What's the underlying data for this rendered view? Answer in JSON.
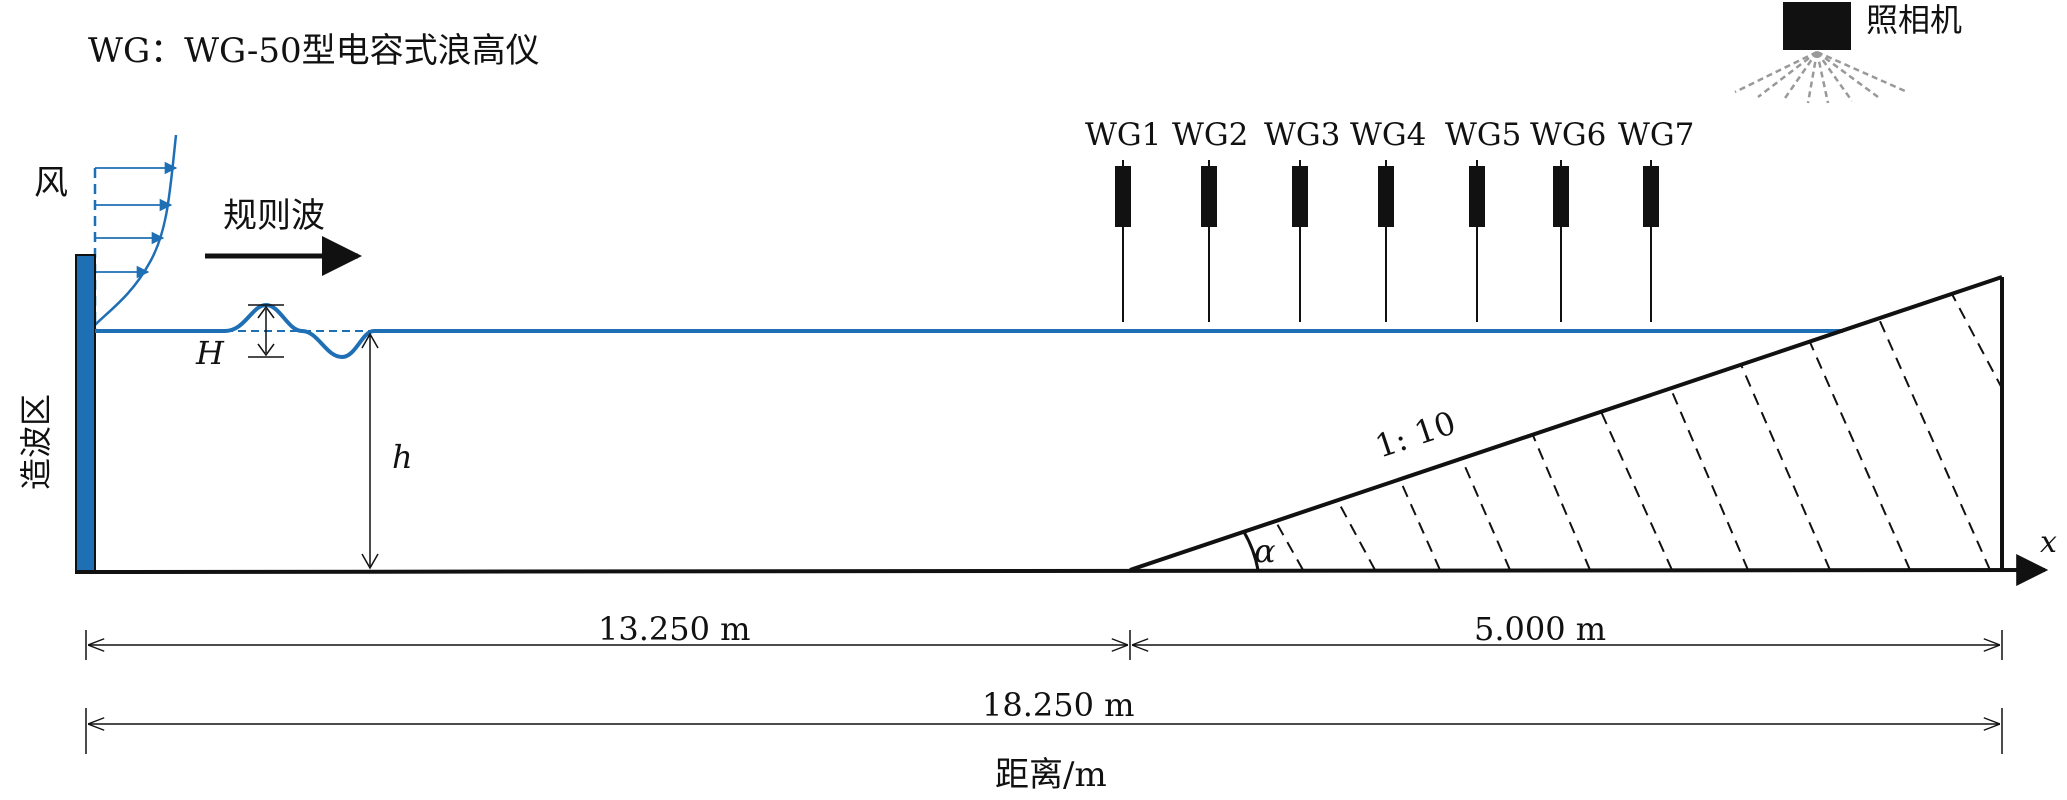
{
  "legend_note": "WG：WG-50型电容式浪高仪",
  "camera_label": "照相机",
  "wind_label": "风",
  "wave_label": "规则波",
  "wavemaker_label": "造波区",
  "wave_height_symbol": "H",
  "depth_symbol": "h",
  "slope_label": "1: 10",
  "angle_symbol": "α",
  "x_axis_symbol": "x",
  "gauges": [
    "WG1",
    "WG2",
    "WG3",
    "WG4",
    "WG5",
    "WG6",
    "WG7"
  ],
  "dimensions": {
    "flat_length": "13.250 m",
    "slope_length": "5.000 m",
    "total_length": "18.250 m"
  },
  "axis_title": "距离/m",
  "colors": {
    "water": "#1f6fb5",
    "ink": "#111111",
    "camera_rays": "#999999"
  }
}
